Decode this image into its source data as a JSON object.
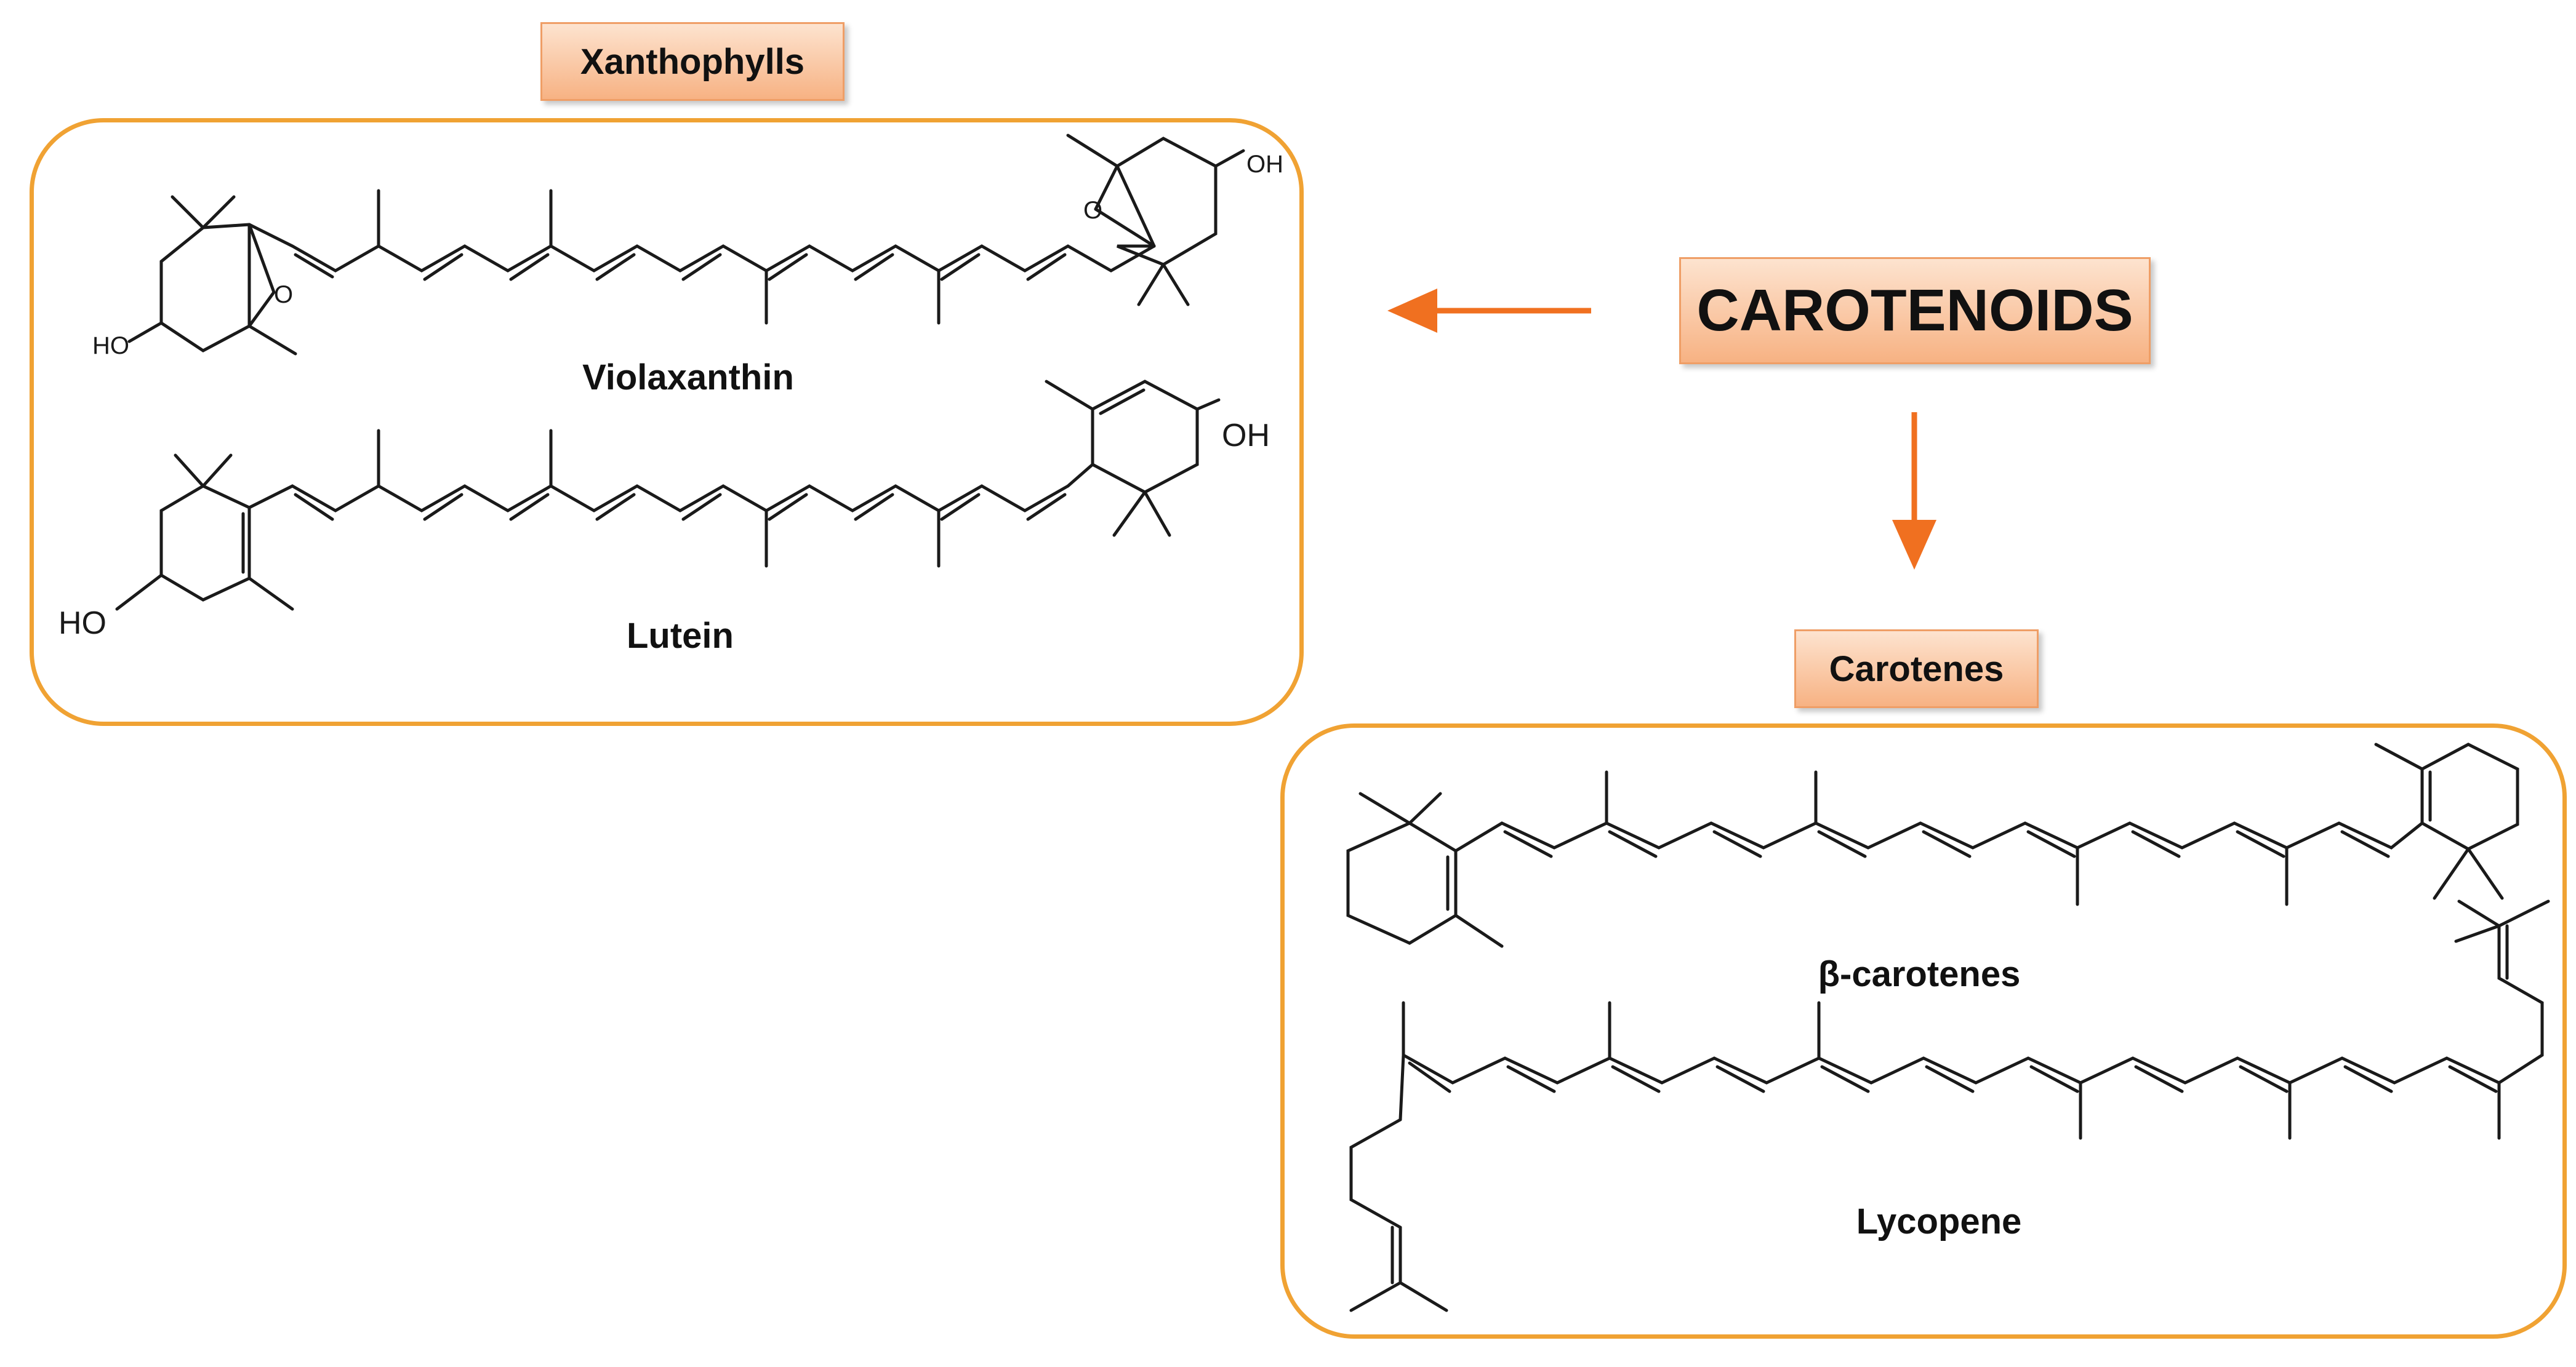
{
  "root": {
    "label": "CAROTENOIDS"
  },
  "groups": {
    "xanthophylls": {
      "label": "Xanthophylls",
      "molecules": [
        {
          "name": "Violaxanthin"
        },
        {
          "name": "Lutein"
        }
      ]
    },
    "carotenes": {
      "label": "Carotenes",
      "molecules": [
        {
          "name": "β-carotenes"
        },
        {
          "name": "Lycopene"
        }
      ]
    }
  },
  "atom_labels": {
    "oh": "OH",
    "ho": "HO",
    "o": "O"
  },
  "colors": {
    "arrow": "#f07020",
    "group_border": "#f0a233",
    "label_fill": "#f7b283",
    "bond": "#1a1a1a"
  }
}
